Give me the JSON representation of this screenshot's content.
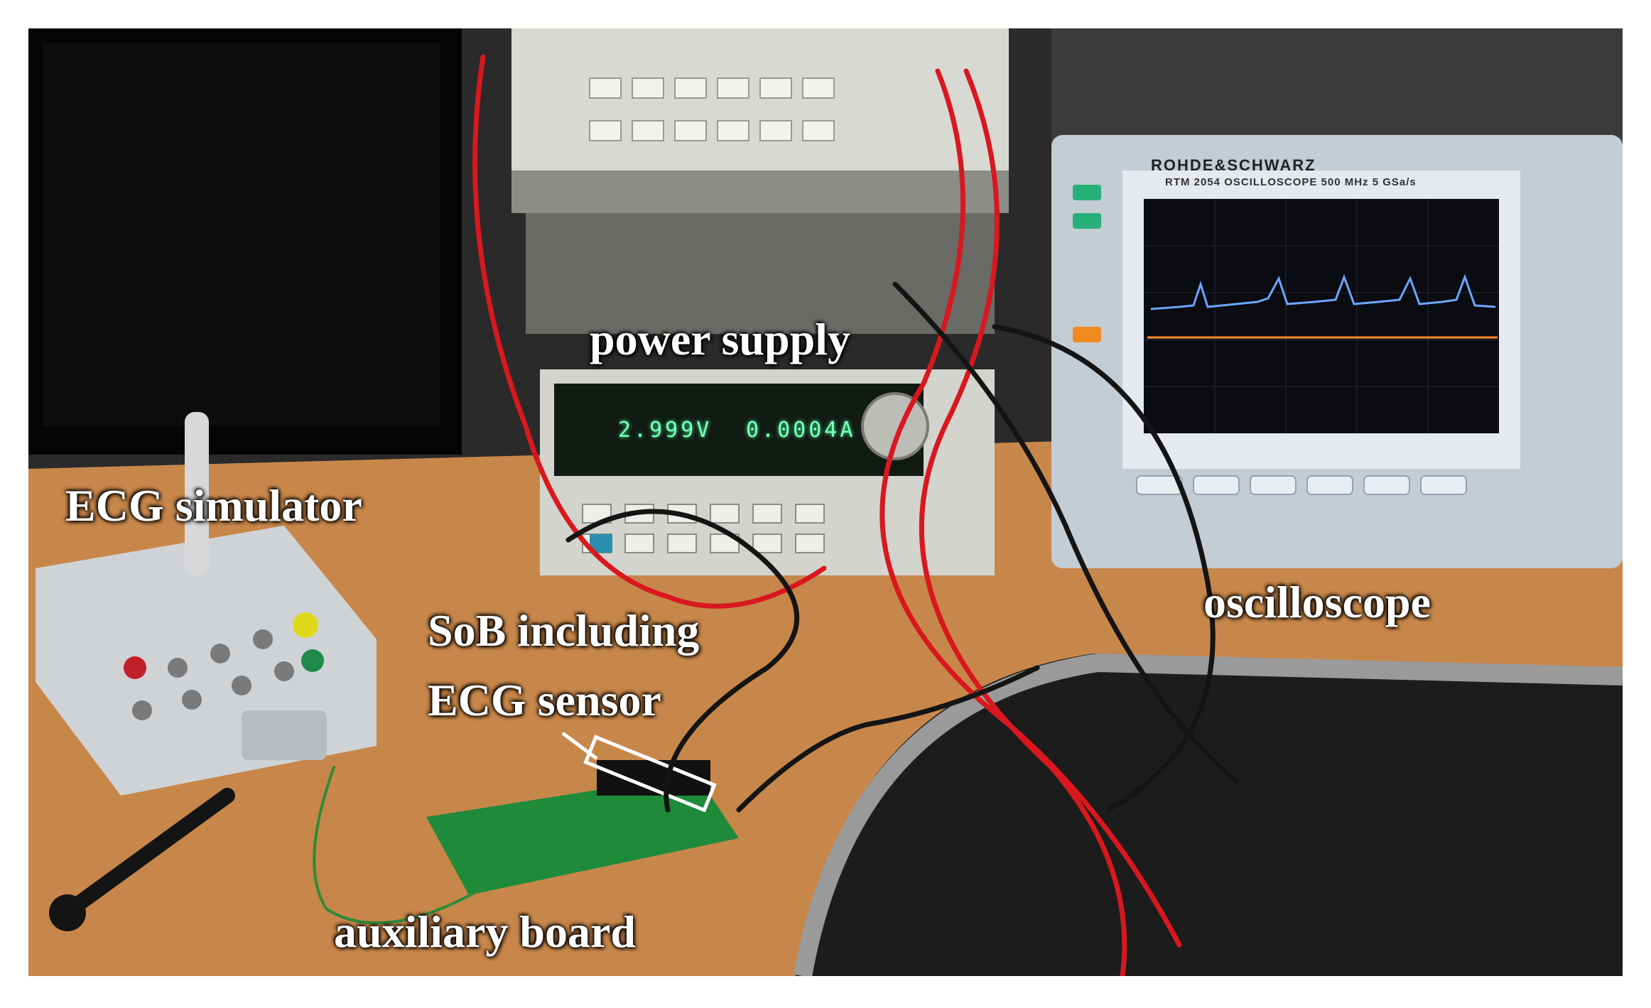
{
  "labels": {
    "power_supply": "power supply",
    "ecg_simulator": "ECG simulator",
    "sob_line1": "SoB including",
    "sob_line2": "ECG sensor",
    "oscilloscope": "oscilloscope",
    "auxiliary_board": "auxiliary board"
  },
  "power_supply_display": {
    "voltage": "2.999V",
    "current": "0.0004A"
  },
  "oscilloscope_branding": {
    "maker": "ROHDE&SCHWARZ",
    "model": "RTM 2054 OSCILLOSCOPE 500 MHz 5 GSa/s"
  },
  "colors": {
    "desk": "#c8874a",
    "pcb": "#1f8a3a",
    "trace_ecg": "#6aa6ff",
    "trace_ref": "#ff8a2a",
    "cable_red": "#d8181e",
    "cable_black": "#141414"
  }
}
